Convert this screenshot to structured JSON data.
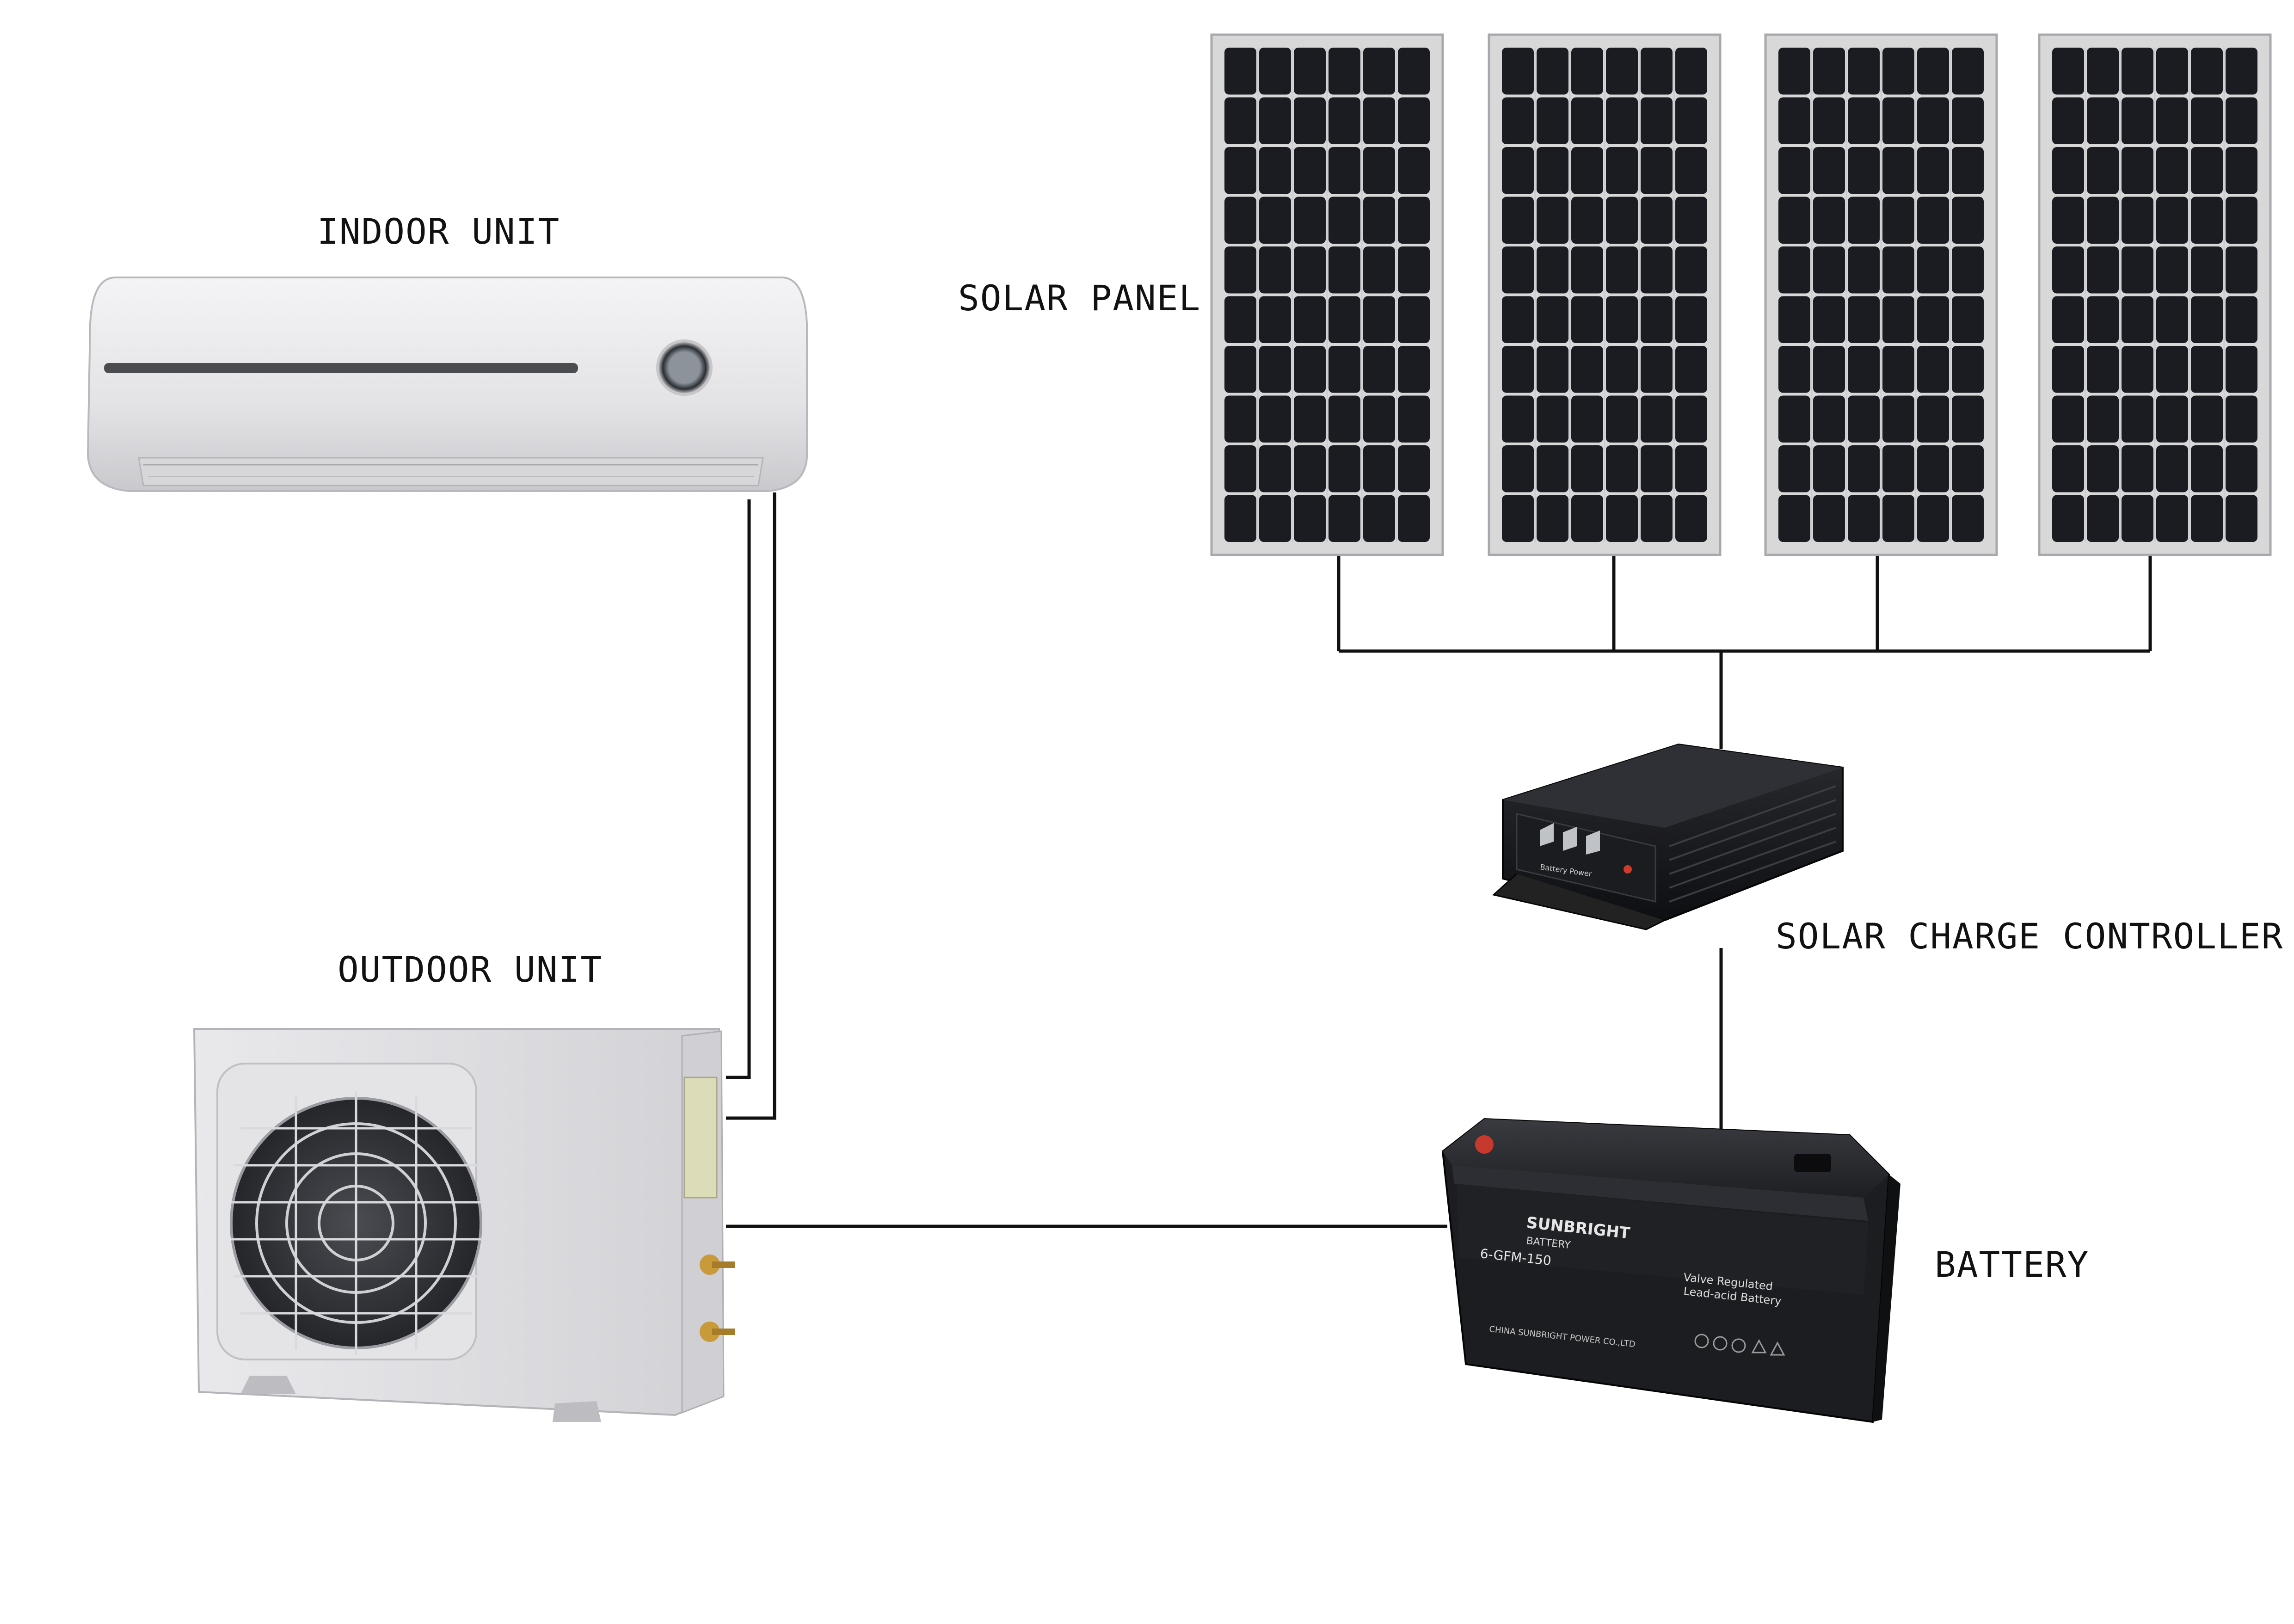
{
  "labels": {
    "indoor_unit": "INDOOR UNIT",
    "solar_panel": "SOLAR PANEL",
    "outdoor_unit": "OUTDOOR UNIT",
    "solar_charge_controller": "SOLAR CHARGE CONTROLLER",
    "battery": "BATTERY"
  },
  "battery_print": {
    "brand": "SUNBRIGHT",
    "brand_sub": "BATTERY",
    "model": "6-GFM-150",
    "type_line1": "Valve Regulated",
    "type_line2": "Lead-acid Battery",
    "maker": "CHINA SUNBRIGHT POWER CO.,LTD"
  },
  "controller_print": {
    "name": "Battery Power"
  },
  "colors": {
    "background": "#ffffff",
    "wire": "#111111",
    "panel_cell": "#1a1c22",
    "panel_frame": "#d8d8d8",
    "unit_body": "#e6e6e8",
    "battery_body": "#1c1d20",
    "controller_body": "#16171a"
  },
  "panel_count": 4
}
